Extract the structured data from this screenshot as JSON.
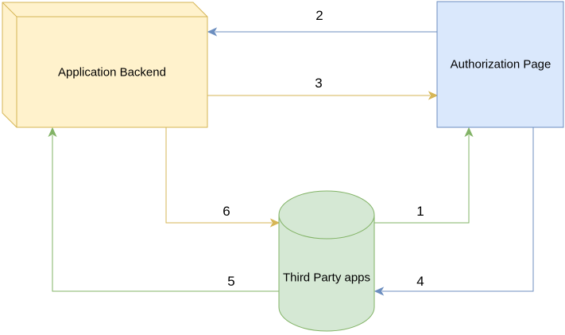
{
  "diagram": {
    "type": "flow-diagram",
    "background": "#ffffff",
    "nodes": [
      {
        "id": "application-backend",
        "label": "Application Backend",
        "shape": "cube",
        "fill": "#FFF2CC",
        "stroke": "#D6B656"
      },
      {
        "id": "authorization-page",
        "label": "Authorization Page",
        "shape": "rectangle",
        "fill": "#DAE8FC",
        "stroke": "#6C8EBF"
      },
      {
        "id": "third-party-apps",
        "label": "Third Party apps",
        "shape": "cylinder",
        "fill": "#D5E8D4",
        "stroke": "#82B366"
      }
    ],
    "edges": [
      {
        "label": "1",
        "from": "third-party-apps",
        "to": "authorization-page",
        "color": "#82B366"
      },
      {
        "label": "2",
        "from": "authorization-page",
        "to": "application-backend",
        "color": "#6C8EBF"
      },
      {
        "label": "3",
        "from": "application-backend",
        "to": "authorization-page",
        "color": "#D6B656"
      },
      {
        "label": "4",
        "from": "authorization-page",
        "to": "third-party-apps",
        "color": "#6C8EBF"
      },
      {
        "label": "5",
        "from": "third-party-apps",
        "to": "application-backend",
        "color": "#82B366"
      },
      {
        "label": "6",
        "from": "application-backend",
        "to": "third-party-apps",
        "color": "#D6B656"
      }
    ]
  }
}
